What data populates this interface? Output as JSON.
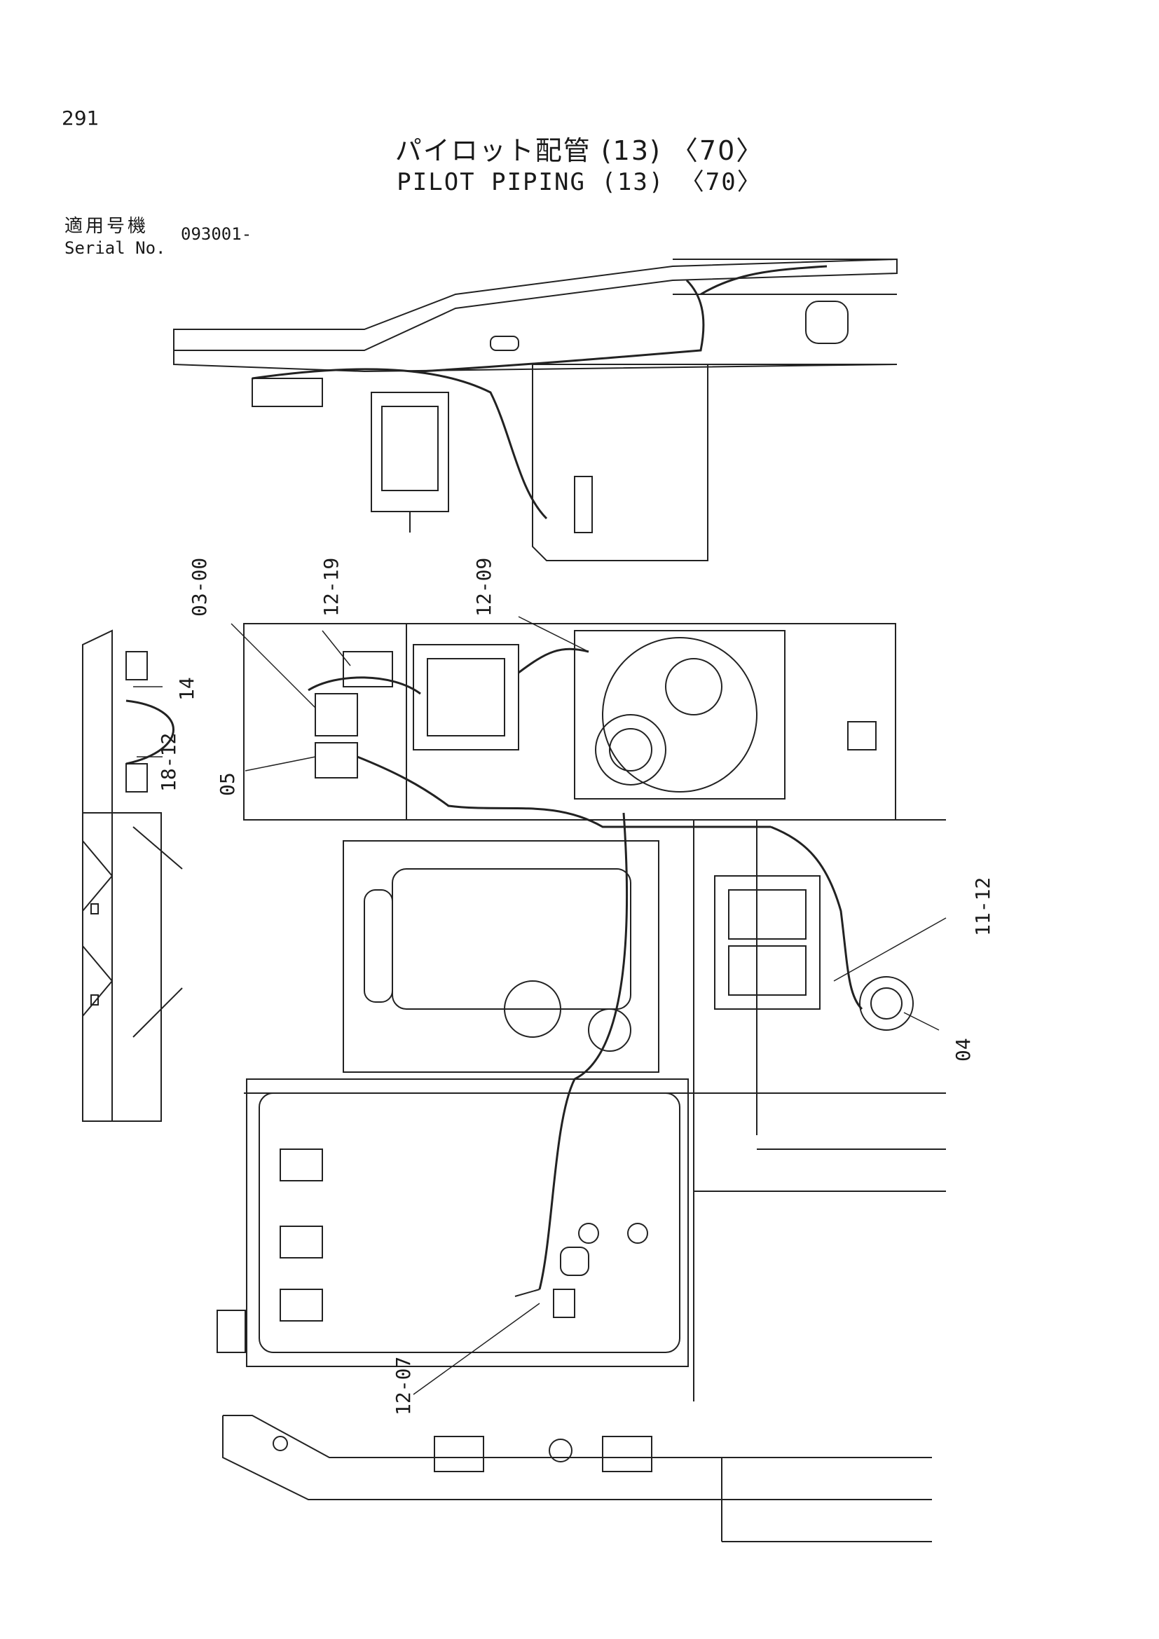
{
  "page_number": "291",
  "title_ja": "パイロット配管 (13) 〈70〉",
  "title_en": "PILOT PIPING (13) 〈70〉",
  "serial": {
    "label_ja": "適用号機",
    "label_en": "Serial No.",
    "value": "093001-"
  },
  "callouts": {
    "c0300": "03-00",
    "c1219": "12-19",
    "c1209": "12-09",
    "c14": "14",
    "c1812": "18-12",
    "c05": "05",
    "c1112": "11-12",
    "c04": "04",
    "c1207": "12-07"
  }
}
